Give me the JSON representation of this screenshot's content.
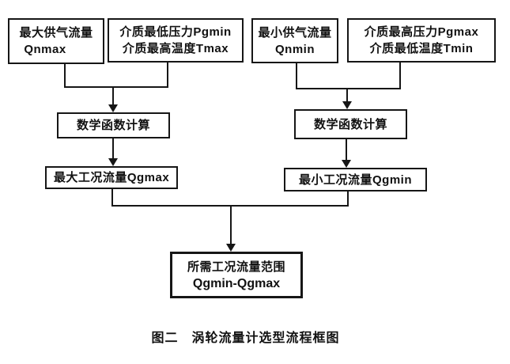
{
  "figure": {
    "boxes": {
      "qnmax": {
        "line1": "最大供气流量",
        "line2": "Qnmax"
      },
      "pgmin_tmax": {
        "line1": "介质最低压力Pgmin",
        "line2": "介质最高温度Tmax"
      },
      "qnmin": {
        "line1": "最小供气流量",
        "line2": "Qnmin"
      },
      "pgmax_tmin": {
        "line1": "介质最高压力Pgmax",
        "line2": "介质最低温度Tmin"
      },
      "math_left": {
        "label": "数学函数计算"
      },
      "math_right": {
        "label": "数学函数计算"
      },
      "qgmax": {
        "label": "最大工况流量Qgmax"
      },
      "qgmin": {
        "label": "最小工况流量Qgmin"
      },
      "result": {
        "line1": "所需工况流量范围",
        "line2": "Qgmin-Qgmax"
      }
    },
    "caption": "图二　涡轮流量计选型流程框图",
    "colors": {
      "ink": "#161616",
      "background": "#ffffff"
    }
  }
}
